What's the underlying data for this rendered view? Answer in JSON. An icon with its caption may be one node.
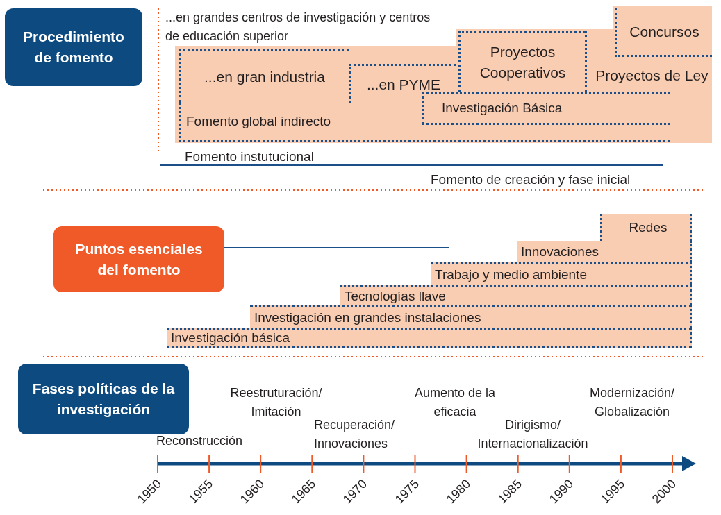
{
  "diagram": {
    "nodes": [
      {
        "text": [
          "Procedimiento de fomento"
        ]
      },
      {
        "text": [
          "...en gran industria"
        ]
      },
      {
        "text": [
          "...en PYME"
        ]
      },
      {
        "text": [
          "Proyectos Cooperativos"
        ]
      },
      {
        "text": [
          "Concursos"
        ]
      },
      {
        "text": [
          "Proyectos de Ley"
        ]
      },
      {
        "text": [
          "Investigación Básica"
        ]
      },
      {
        "text": [
          "Fomento global indirecto"
        ]
      },
      {
        "text": [
          "Puntos esenciales del fomento"
        ]
      },
      {
        "text": [
          "Redes"
        ]
      },
      {
        "text": [
          "Innovaciones"
        ]
      },
      {
        "text": [
          "Trabajo y medio ambiente"
        ]
      },
      {
        "text": [
          "Tecnologías llave"
        ]
      },
      {
        "text": [
          "Investigación en grandes instalaciones"
        ]
      },
      {
        "text": [
          "Investigación básica"
        ]
      },
      {
        "text": [
          "Fases políticas de la investigación"
        ]
      }
    ],
    "labels": [
      "...en grandes centros de investigación y centros de educación superior",
      "Fomento instutucional",
      "Fomento de creación y fase inicial",
      "Reestruturación/ Imitación",
      "Aumento de la eficacia",
      "Modernización/ Globalización",
      "Recuperación/ Innovaciones",
      "Dirigismo/ Internacionalización",
      "Reconstrucción",
      "1950",
      "1955",
      "1960",
      "1965",
      "1970",
      "1975",
      "1980",
      "1985",
      "1990",
      "1995",
      "2000"
    ]
  }
}
